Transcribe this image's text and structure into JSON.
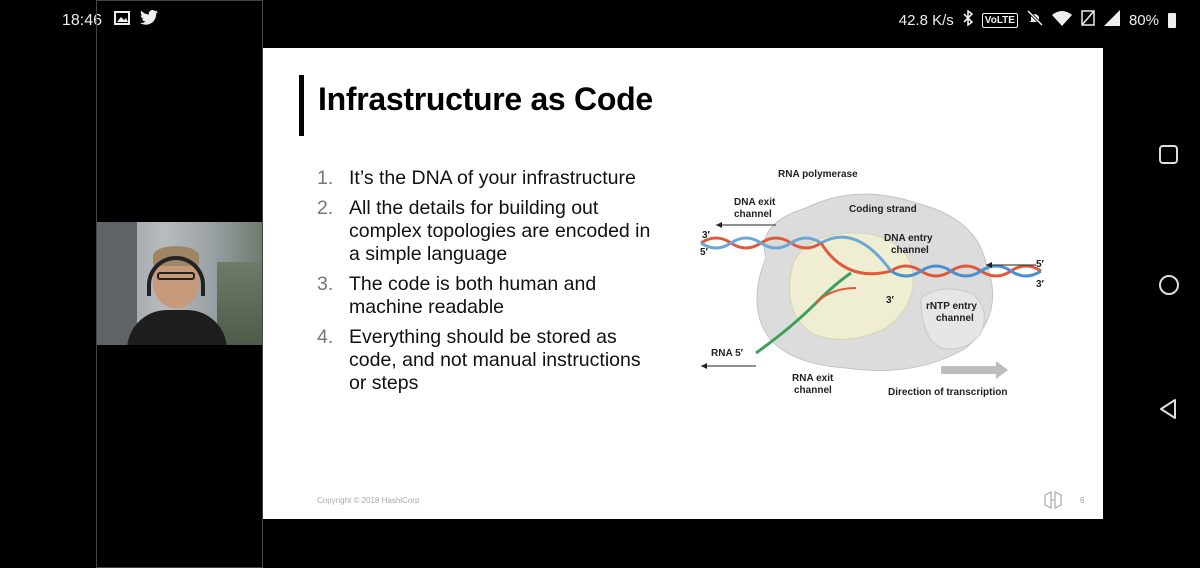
{
  "status_bar": {
    "time": "18:46",
    "network_speed": "42.8 K/s",
    "volte": "VoLTE",
    "battery": "80%",
    "icons": [
      "image-icon",
      "twitter-icon",
      "bluetooth-icon",
      "mute-icon",
      "wifi-icon",
      "sim-icon",
      "signal-icon",
      "battery-icon"
    ]
  },
  "slide": {
    "title": "Infrastructure as Code",
    "bullets": [
      {
        "num": "1.",
        "text": "It’s the DNA of your infrastructure"
      },
      {
        "num": "2.",
        "text": "All the details for building out complex topologies are encoded in a simple language"
      },
      {
        "num": "3.",
        "text": "The code is both human and machine readable"
      },
      {
        "num": "4.",
        "text": "Everything should be stored as code, and not manual instructions or steps"
      }
    ],
    "footer_copyright": "Copyright © 2018 HashiCorp",
    "page_number": "6",
    "diagram_labels": {
      "rna_polymerase": "RNA polymerase",
      "dna_exit": "DNA exit",
      "channel": "channel",
      "coding_strand": "Coding strand",
      "dna_entry": "DNA entry",
      "three_prime": "3′",
      "five_prime": "5′",
      "rntp_entry": "rNTP entry",
      "rna_5": "RNA 5′",
      "rna_exit": "RNA exit",
      "direction": "Direction of transcription"
    }
  },
  "nav": {
    "buttons": [
      "recents-button",
      "home-button",
      "back-button"
    ]
  }
}
